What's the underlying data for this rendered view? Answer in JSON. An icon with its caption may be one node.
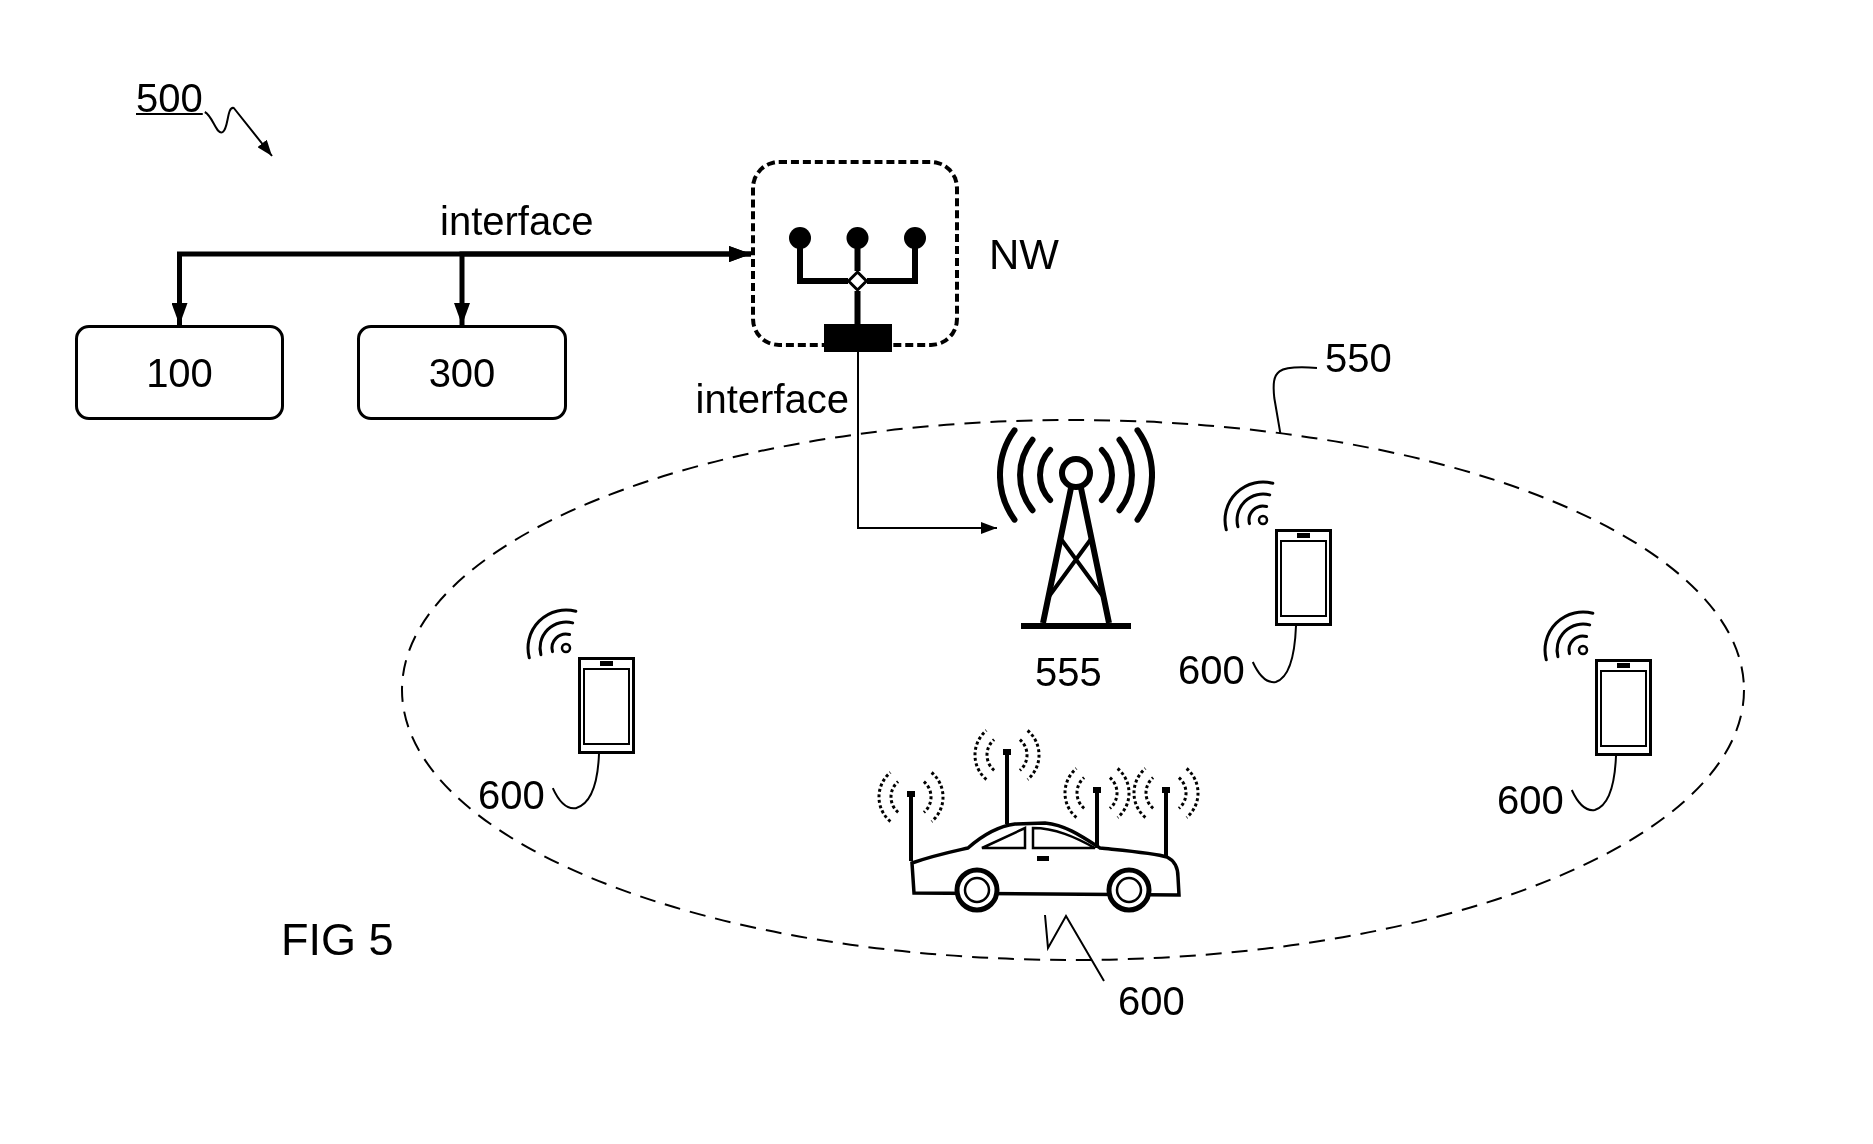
{
  "diagram": {
    "caption": "FIG 5",
    "nodes": [
      {
        "text": [
          "500"
        ]
      },
      {
        "text": [
          "100"
        ]
      },
      {
        "text": [
          "300"
        ]
      },
      {
        "text": [
          "NW"
        ]
      },
      {
        "text": [
          "550"
        ]
      },
      {
        "text": [],
        "shape": "ellipse"
      },
      {
        "text": [],
        "shape": "picture",
        "in": 5,
        "beside": [
          "555"
        ]
      },
      {
        "text": [],
        "shape": "picture",
        "in": 5
      },
      {
        "text": [
          "600"
        ],
        "in": 5
      },
      {
        "text": [],
        "shape": "picture",
        "in": 5
      },
      {
        "text": [
          "600"
        ],
        "in": 5
      },
      {
        "text": [],
        "shape": "picture",
        "in": 5
      },
      {
        "text": [],
        "shape": "picture",
        "in": 5
      },
      {
        "text": [
          "600"
        ],
        "in": 5
      },
      {
        "text": [
          "600"
        ]
      }
    ],
    "edges": [
      {
        "from": 0,
        "to": null,
        "arrow": "to"
      },
      {
        "from": 3,
        "to": 1,
        "arrow": "both",
        "style": "thick"
      },
      {
        "from": 3,
        "to": 2,
        "arrow": "both",
        "style": "thick",
        "label": "interface"
      },
      {
        "from": 3,
        "to": 6,
        "arrow": "to",
        "label": "interface"
      },
      {
        "from": 4,
        "to": 5,
        "arrow": "none"
      },
      {
        "from": 8,
        "to": 7,
        "arrow": "none"
      },
      {
        "from": 10,
        "to": 9,
        "arrow": "none"
      },
      {
        "from": 14,
        "to": 11,
        "arrow": "none"
      },
      {
        "from": 13,
        "to": 12,
        "arrow": "none"
      }
    ]
  }
}
